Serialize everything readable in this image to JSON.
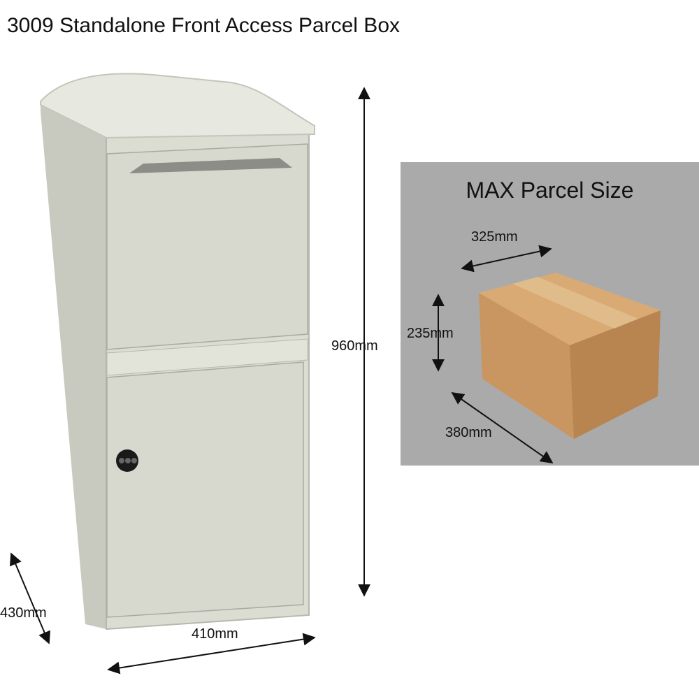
{
  "title": "3009 Standalone Front Access Parcel Box",
  "box_dimensions": {
    "height": "960mm",
    "width": "410mm",
    "depth": "430mm"
  },
  "parcel_panel": {
    "title": "MAX Parcel Size",
    "length": "325mm",
    "height": "235mm",
    "width": "380mm"
  },
  "colors": {
    "box_body": "#dcddd2",
    "panel_bg": "#aaaaaa",
    "cardboard": "#c9965e"
  }
}
